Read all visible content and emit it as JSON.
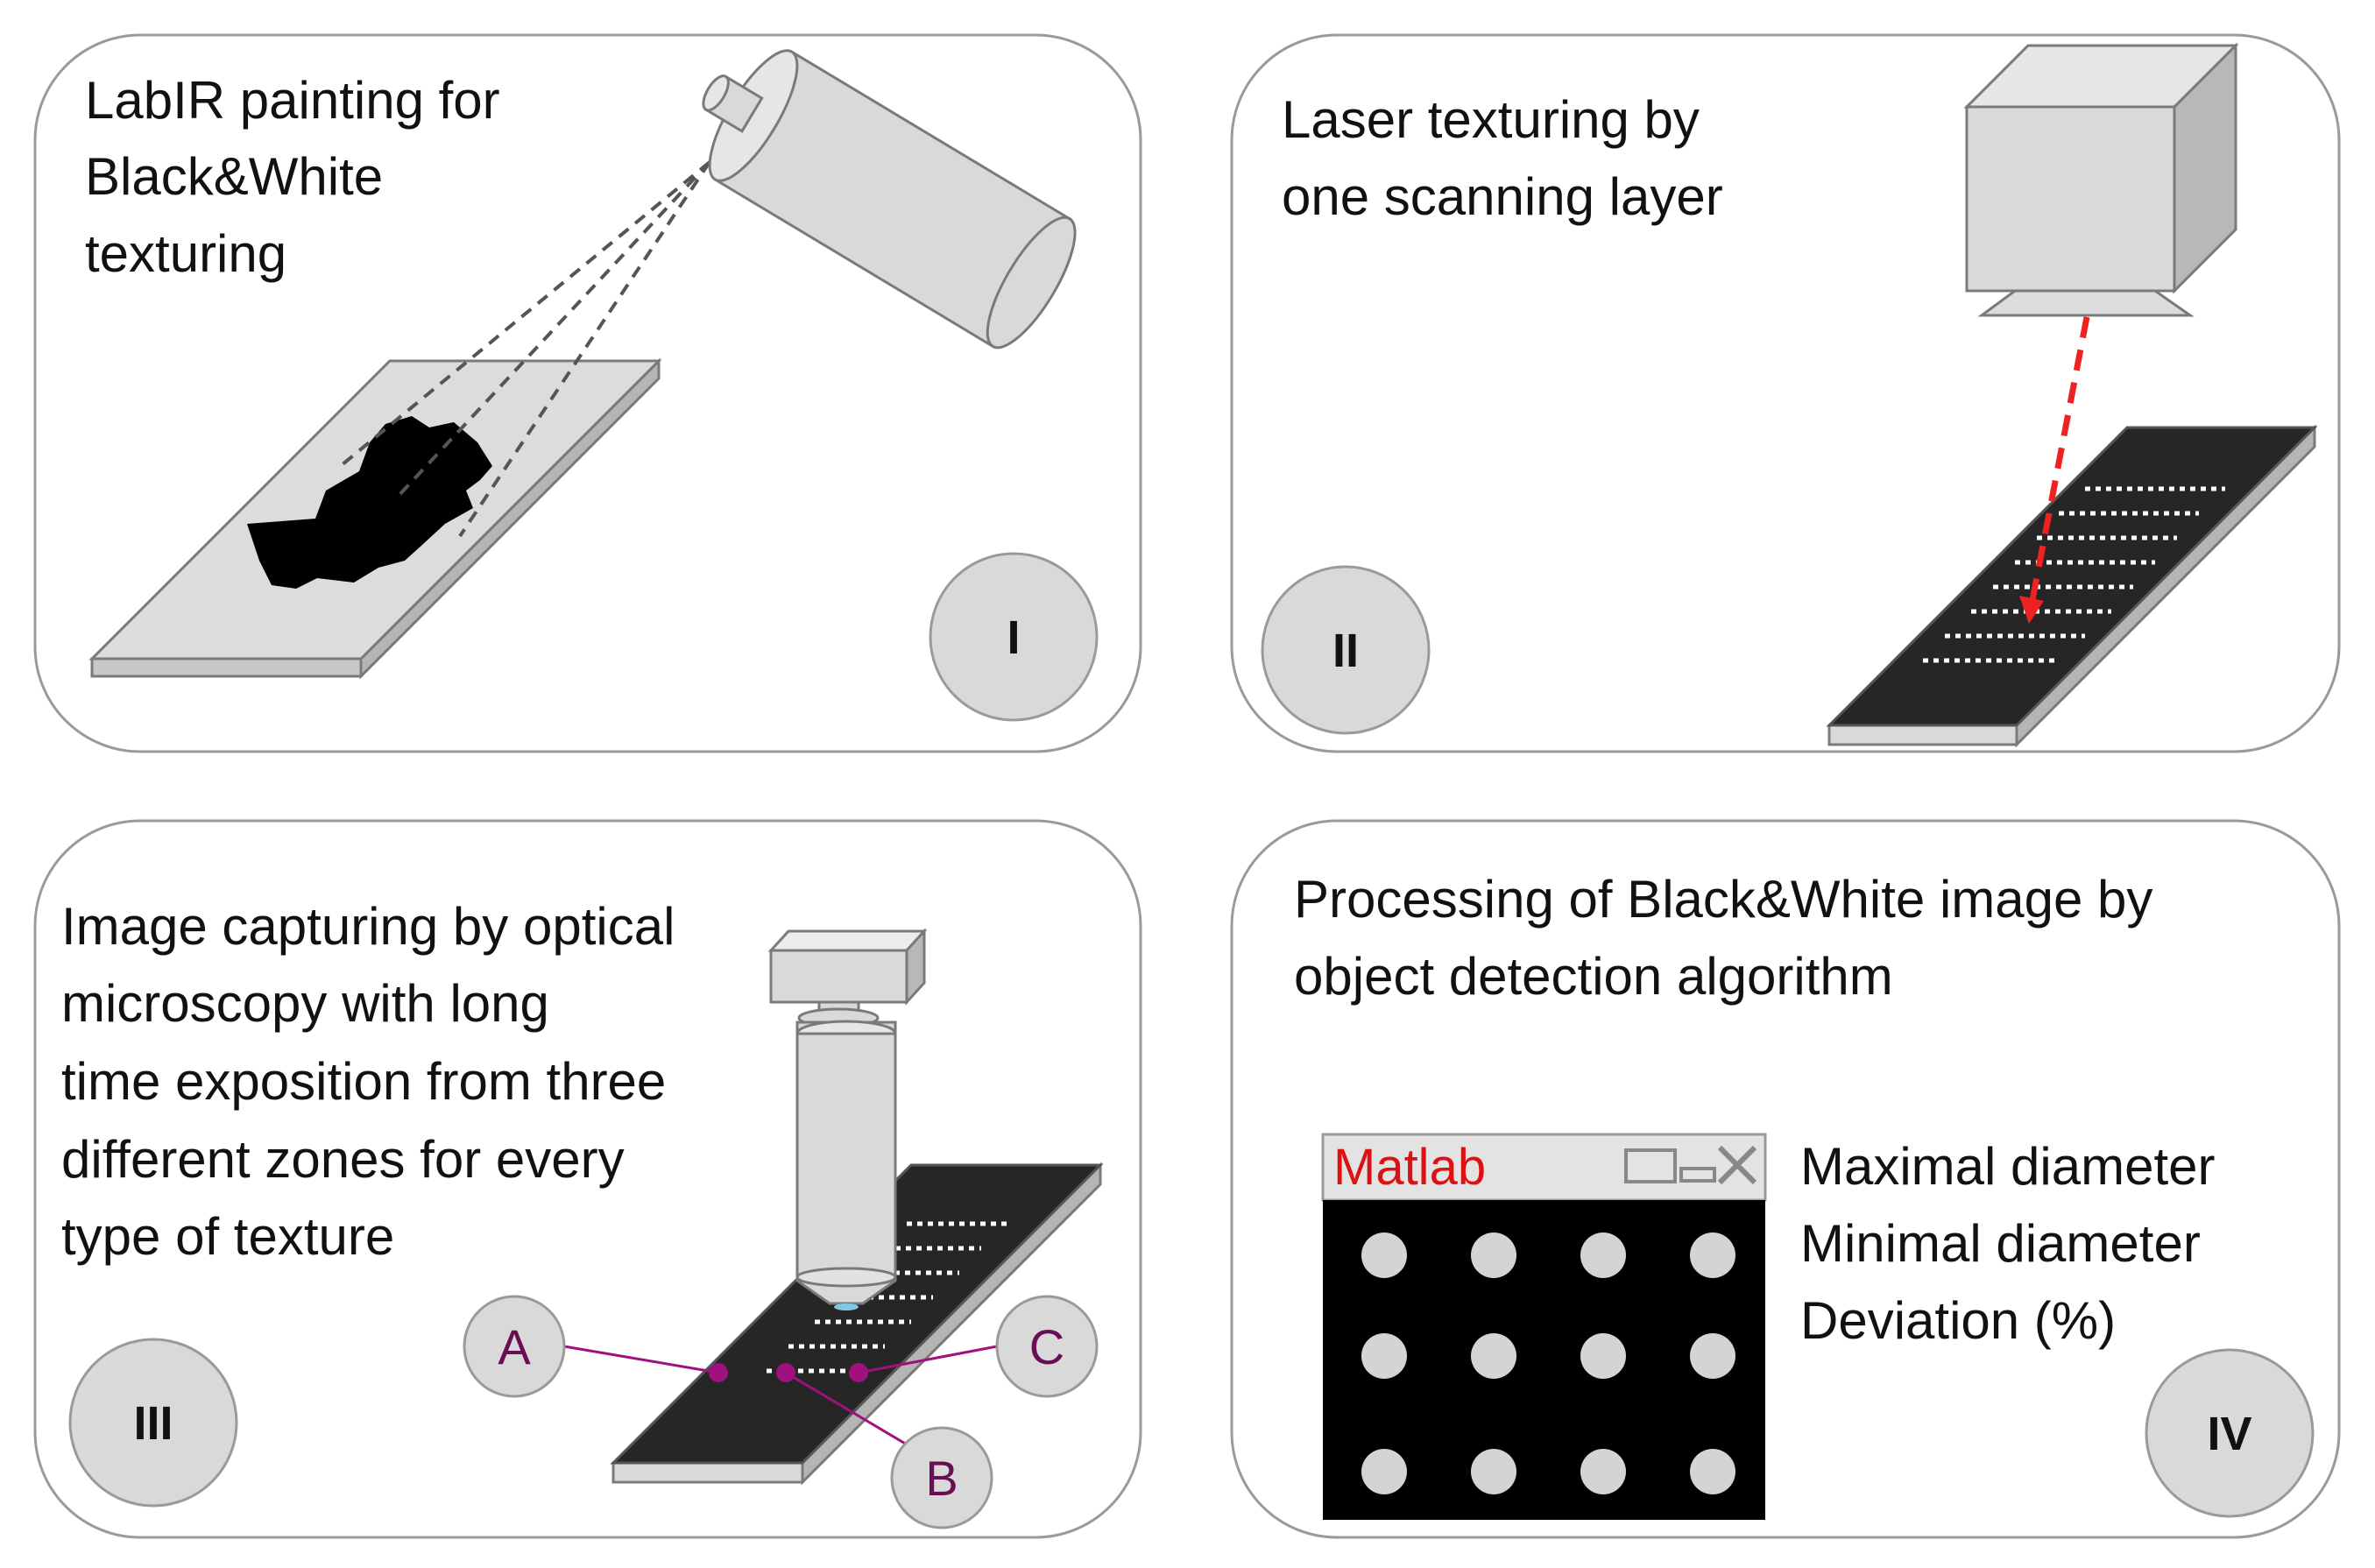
{
  "panels": {
    "p1": {
      "lines": [
        "LabIR painting for",
        "Black&White",
        "texturing"
      ],
      "number": "I"
    },
    "p2": {
      "lines": [
        "Laser texturing by",
        "one scanning layer"
      ],
      "number": "II"
    },
    "p3": {
      "lines": [
        "Image capturing by optical",
        "microscopy  with long",
        "time exposition from three",
        "different zones for every",
        "type of texture"
      ],
      "number": "III",
      "zones": [
        "A",
        "B",
        "C"
      ]
    },
    "p4": {
      "lines": [
        "Processing of  Black&White image by",
        "object detection algorithm"
      ],
      "number": "IV",
      "window_title": "Matlab",
      "metrics": [
        "Maximal diameter",
        "Minimal diameter",
        "Deviation (%)"
      ]
    }
  },
  "colors": {
    "panel_border": "#9a9a9a",
    "circle_fill": "#d9d9d9",
    "laser": "#ee2222",
    "zone_marker": "#a0107e",
    "matlab_title": "#dd1111",
    "plate": "#d9d9d9",
    "textured_plate": "#262626"
  }
}
